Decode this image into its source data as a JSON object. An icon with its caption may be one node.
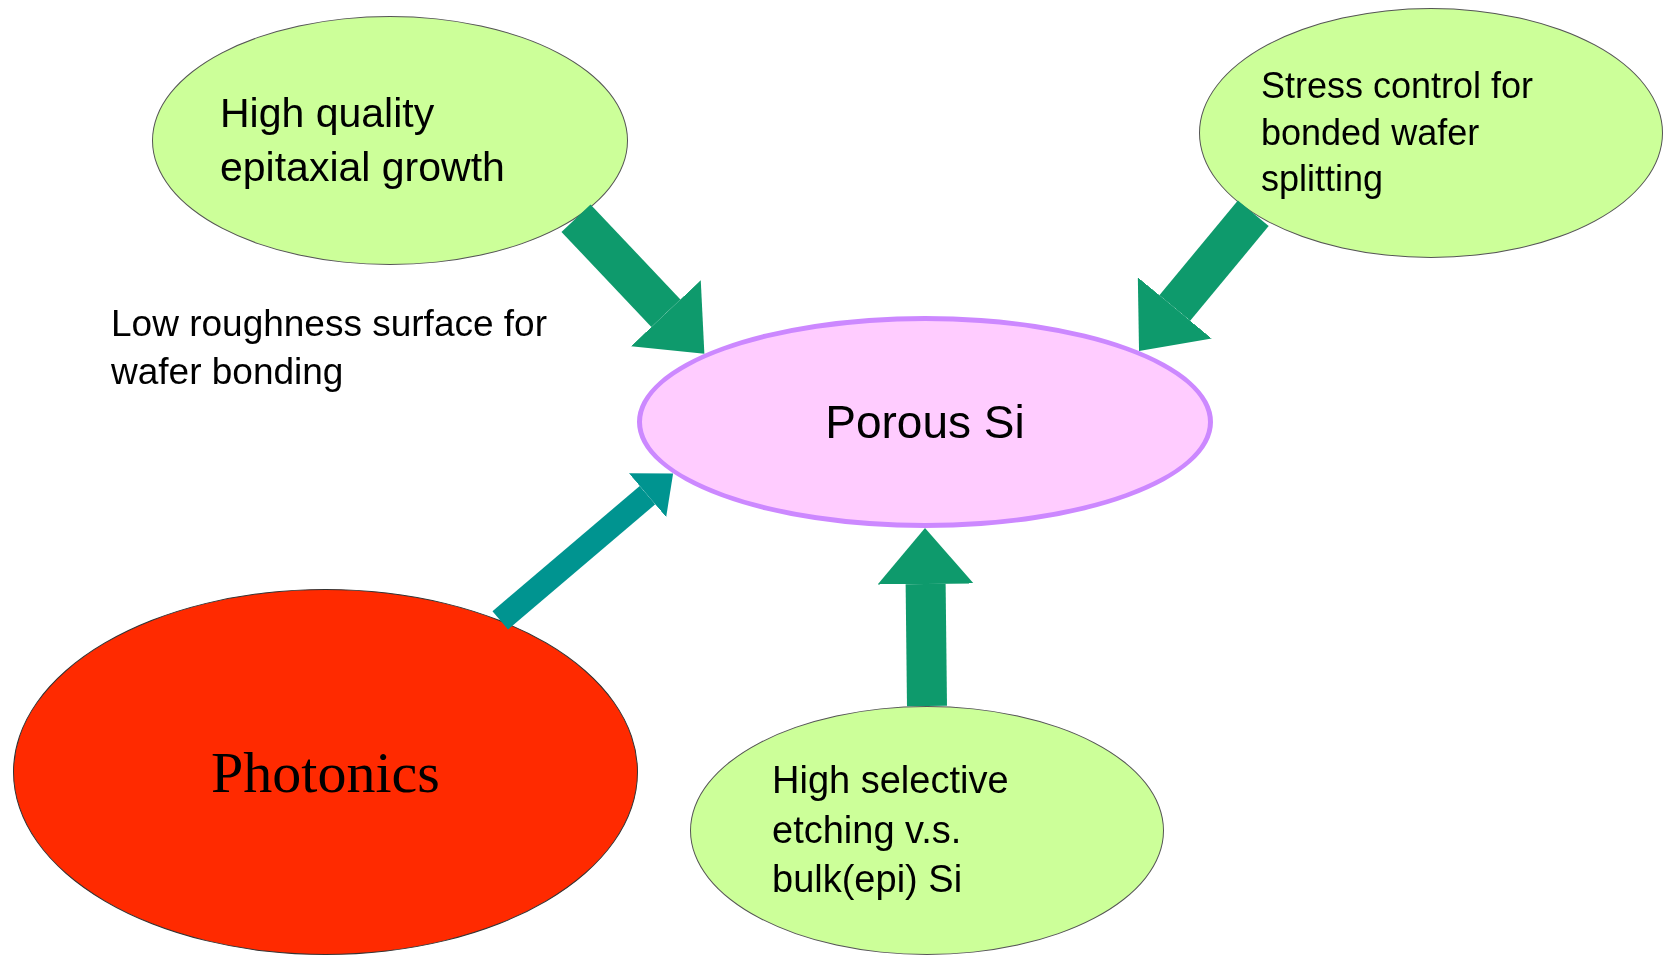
{
  "diagram": {
    "nodes": [
      {
        "text": [
          "High quality epitaxial growth"
        ]
      },
      {
        "text": [
          "Stress control for bonded wafer splitting"
        ]
      },
      {
        "text": [
          "Porous Si"
        ]
      },
      {
        "text": [
          "Photonics"
        ]
      },
      {
        "text": [
          "High selective etching v.s. bulk(epi) Si"
        ]
      }
    ],
    "edges": [
      {
        "from": 0,
        "to": 2,
        "arrow": "to"
      },
      {
        "from": 1,
        "to": 2,
        "arrow": "to"
      },
      {
        "from": 3,
        "to": 2,
        "arrow": "to",
        "color": "#009490"
      },
      {
        "from": 4,
        "to": 2,
        "arrow": "to"
      }
    ],
    "labels": [
      "Low roughness surface for wafer bonding"
    ]
  }
}
